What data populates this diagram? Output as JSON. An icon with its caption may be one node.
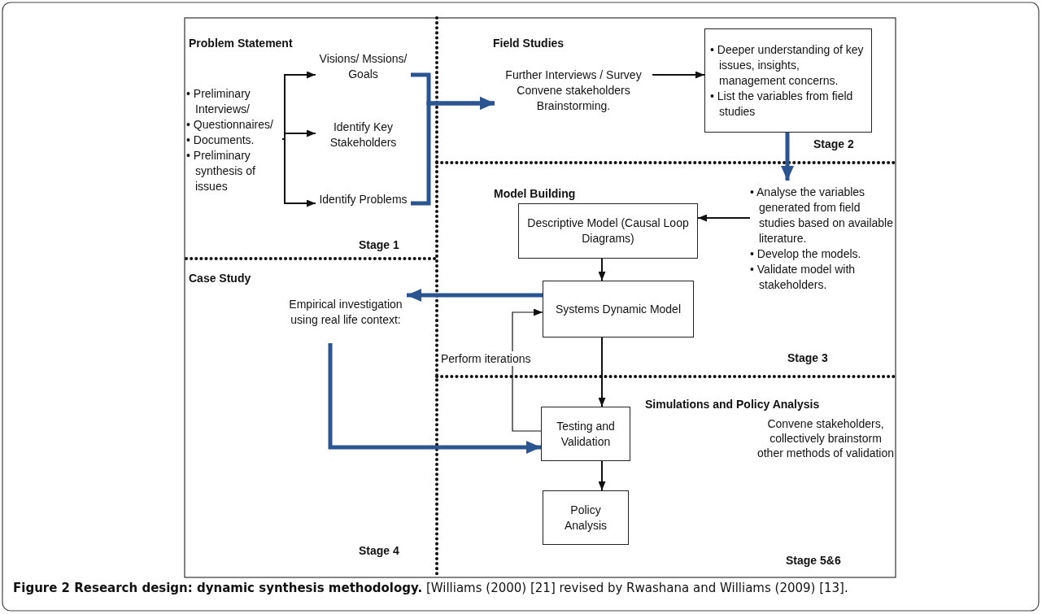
{
  "diagram": {
    "caption": "**Figure 2 Research design: dynamic synthesis methodology.** [Williams (2000) [21] revised by Rwashana and Williams (2009) [13].",
    "nodes": [
      {
        "text": [
          "• Preliminary Interviews/",
          "• Questionnaires/",
          "• Documents.",
          "• Preliminary synthesis of issues"
        ]
      },
      {
        "text": [
          "Visions/ Mssions/ Goals"
        ]
      },
      {
        "text": [
          "Identify Key Stakeholders"
        ]
      },
      {
        "text": [
          "Identify Problems"
        ]
      },
      {
        "text": [
          "Further Interviews / Survey Convene stakeholders Brainstorming."
        ]
      },
      {
        "text": [
          "• Deeper understanding of key issues, insights, management concerns.",
          "• List the variables from field studies"
        ]
      },
      {
        "text": [
          "• Analyse the variables generated from field studies based on available literature.",
          "• Develop the models.",
          "• Validate model with stakeholders."
        ]
      },
      {
        "text": [
          "Descriptive Model (Causal Loop Diagrams)"
        ]
      },
      {
        "text": [
          "Systems Dynamic Model"
        ]
      },
      {
        "text": [
          "Empirical investigation using real life context:"
        ]
      },
      {
        "text": [
          "Testing and Validation"
        ]
      },
      {
        "text": [
          "Policy Analysis"
        ]
      }
    ],
    "edges": [
      {
        "from": 0,
        "to": 1,
        "arrow": "to"
      },
      {
        "from": 0,
        "to": 2,
        "arrow": "to"
      },
      {
        "from": 0,
        "to": 3,
        "arrow": "to"
      },
      {
        "from": 1,
        "to": 4,
        "arrow": "to",
        "style": "thick",
        "color": "#2a5590"
      },
      {
        "from": 3,
        "to": 4,
        "arrow": "to",
        "style": "thick",
        "color": "#2a5590"
      },
      {
        "from": 4,
        "to": 5,
        "arrow": "to"
      },
      {
        "from": 5,
        "to": 6,
        "arrow": "to",
        "style": "thick",
        "color": "#2a5590"
      },
      {
        "from": 6,
        "to": 7,
        "arrow": "to"
      },
      {
        "from": 7,
        "to": 8,
        "arrow": "to"
      },
      {
        "from": 8,
        "to": 9,
        "arrow": "to",
        "style": "thick",
        "color": "#2a5590"
      },
      {
        "from": 8,
        "to": 10,
        "arrow": "to"
      },
      {
        "from": 9,
        "to": 10,
        "arrow": "to",
        "style": "thick",
        "color": "#2a5590"
      },
      {
        "from": 10,
        "to": 8,
        "arrow": "to",
        "label": "Perform iterations"
      },
      {
        "from": 10,
        "to": 11,
        "arrow": "to"
      }
    ],
    "labels": [
      "Problem Statement",
      "Field Studies",
      "Stage 1",
      "Stage 2",
      "Model Building",
      "Case Study",
      "Stage 3",
      "Simulations and Policy Analysis",
      "Convene stakeholders, collectively brainstorm other methods of validation",
      "Stage 4",
      "Stage 5&6"
    ]
  }
}
